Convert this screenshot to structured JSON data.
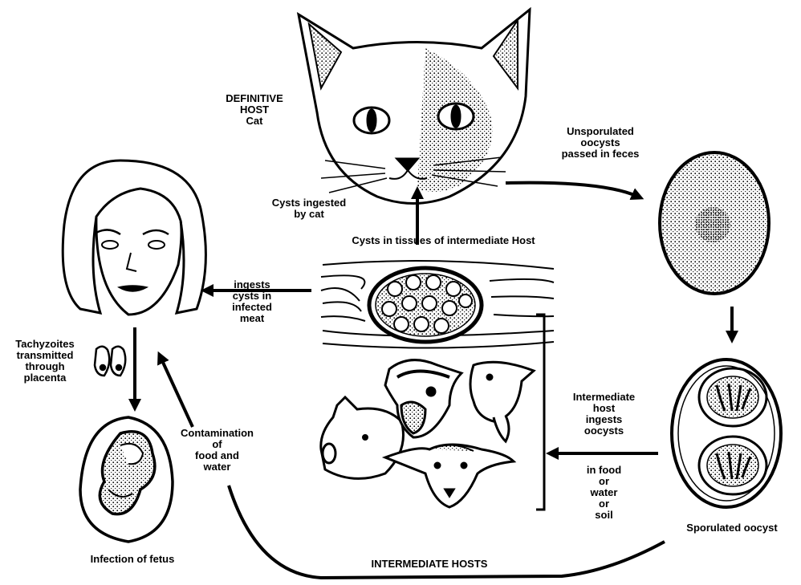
{
  "colors": {
    "ink": "#000000",
    "paper": "#ffffff",
    "stipple": "#555555"
  },
  "labels": {
    "definitive_host": "DEFINITIVE\nHOST\nCat",
    "unsporulated": "Unsporulated\noocysts\npassed in feces",
    "cysts_ingested": "Cysts ingested\nby cat",
    "cysts_in_tissues": "Cysts in tissues of intermediate Host",
    "ingests_cysts": "ingests\ncysts in\ninfected\nmeat",
    "tachyzoites": "Tachyzoites\ntransmitted\nthrough\nplacenta",
    "contamination": "Contamination\nof\nfood and\nwater",
    "intermediate_ingests": "Intermediate\nhost\ningests\noocysts",
    "in_food": "in food\nor\nwater\nor\nsoil",
    "sporulated": "Sporulated oocyst",
    "infection_fetus": "Infection of fetus",
    "intermediate_hosts": "INTERMEDIATE HOSTS"
  },
  "icons": [
    "cat-head-icon",
    "woman-head-icon",
    "unsporulated-oocyst-icon",
    "sporulated-oocyst-icon",
    "tissue-cyst-icon",
    "farm-animals-icon",
    "fetus-icon",
    "tachyzoites-icon"
  ]
}
